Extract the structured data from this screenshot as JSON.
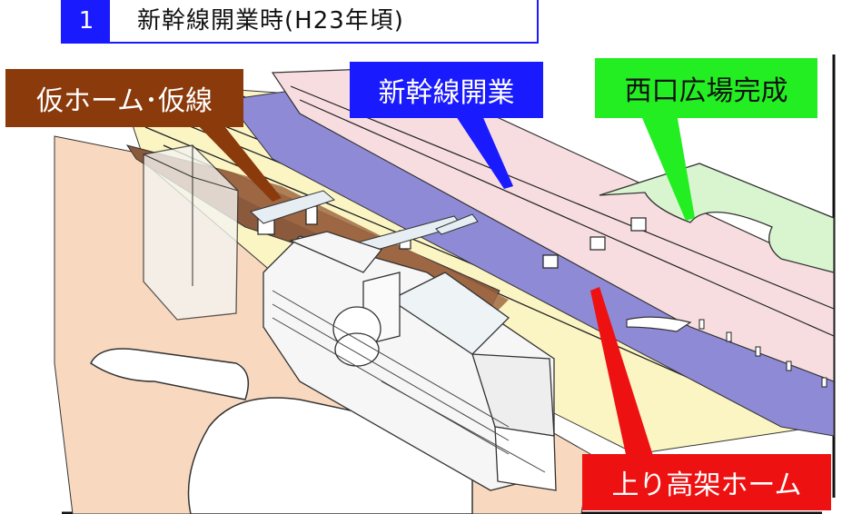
{
  "title": {
    "number": "1",
    "text": "新幹線開業時(H23年頃)"
  },
  "callouts": {
    "temporary_platform": "仮ホーム･仮線",
    "shinkansen_opening": "新幹線開業",
    "west_plaza": "西口広場完成",
    "up_elevated_platform": "上り高架ホーム"
  },
  "colors": {
    "temporary_platform": "#8b3a0c",
    "shinkansen_opening": "#1a1aff",
    "west_plaza": "#22ee22",
    "up_elevated_platform": "#ee1111",
    "shinkansen_track": "#8f8ad6",
    "plaza_area": "#f8d9c0",
    "west_plaza_area": "#d8f5d0",
    "pink_area": "#f7dde0",
    "yellow_area": "#fbf5c4"
  }
}
